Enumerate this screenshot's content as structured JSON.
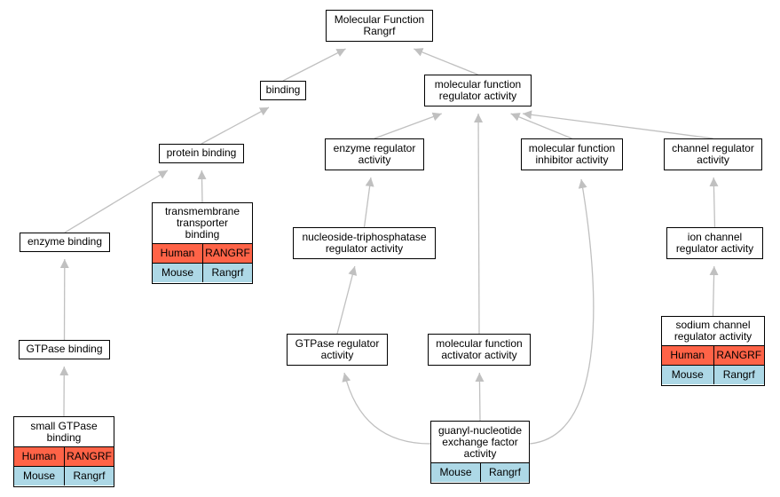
{
  "colors": {
    "edge": "#c0c0c0",
    "human": "#ff6347",
    "mouse": "#add8e6",
    "node_border": "#000000",
    "node_fill": "#ffffff"
  },
  "nodes": [
    {
      "id": "mf_rangrf",
      "label": "Molecular Function\nRangrf"
    },
    {
      "id": "binding",
      "label": "binding"
    },
    {
      "id": "mf_regulator",
      "label": "molecular function\nregulator activity"
    },
    {
      "id": "protein_binding",
      "label": "protein binding"
    },
    {
      "id": "enzyme_regulator",
      "label": "enzyme regulator\nactivity"
    },
    {
      "id": "mf_inhibitor",
      "label": "molecular function\ninhibitor activity"
    },
    {
      "id": "channel_regulator",
      "label": "channel regulator\nactivity"
    },
    {
      "id": "tm_transporter",
      "label": "transmembrane\ntransporter\nbinding",
      "species": [
        {
          "name": "Human",
          "gene": "RANGRF",
          "kind": "human"
        },
        {
          "name": "Mouse",
          "gene": "Rangrf",
          "kind": "mouse"
        }
      ]
    },
    {
      "id": "enzyme_binding",
      "label": "enzyme binding"
    },
    {
      "id": "ntpase_regulator",
      "label": "nucleoside-triphosphatase\nregulator activity"
    },
    {
      "id": "ion_channel",
      "label": "ion channel\nregulator activity"
    },
    {
      "id": "gtpase_binding",
      "label": "GTPase binding"
    },
    {
      "id": "gtpase_regulator",
      "label": "GTPase regulator\nactivity"
    },
    {
      "id": "mf_activator",
      "label": "molecular function\nactivator activity"
    },
    {
      "id": "sodium_channel",
      "label": "sodium channel\nregulator activity",
      "species": [
        {
          "name": "Human",
          "gene": "RANGRF",
          "kind": "human"
        },
        {
          "name": "Mouse",
          "gene": "Rangrf",
          "kind": "mouse"
        }
      ]
    },
    {
      "id": "small_gtpase",
      "label": "small GTPase\nbinding",
      "species": [
        {
          "name": "Human",
          "gene": "RANGRF",
          "kind": "human"
        },
        {
          "name": "Mouse",
          "gene": "Rangrf",
          "kind": "mouse"
        }
      ]
    },
    {
      "id": "gef",
      "label": "guanyl-nucleotide\nexchange factor\nactivity",
      "species": [
        {
          "name": "Mouse",
          "gene": "Rangrf",
          "kind": "mouse"
        }
      ]
    }
  ],
  "edges": [
    {
      "from": "binding",
      "to": "mf_rangrf"
    },
    {
      "from": "mf_regulator",
      "to": "mf_rangrf"
    },
    {
      "from": "protein_binding",
      "to": "binding"
    },
    {
      "from": "enzyme_regulator",
      "to": "mf_regulator"
    },
    {
      "from": "mf_inhibitor",
      "to": "mf_regulator"
    },
    {
      "from": "channel_regulator",
      "to": "mf_regulator"
    },
    {
      "from": "mf_activator",
      "to": "mf_regulator"
    },
    {
      "from": "tm_transporter",
      "to": "protein_binding"
    },
    {
      "from": "enzyme_binding",
      "to": "protein_binding"
    },
    {
      "from": "ntpase_regulator",
      "to": "enzyme_regulator"
    },
    {
      "from": "ion_channel",
      "to": "channel_regulator"
    },
    {
      "from": "gtpase_binding",
      "to": "enzyme_binding"
    },
    {
      "from": "gtpase_regulator",
      "to": "ntpase_regulator"
    },
    {
      "from": "sodium_channel",
      "to": "ion_channel"
    },
    {
      "from": "small_gtpase",
      "to": "gtpase_binding"
    },
    {
      "from": "gef",
      "to": "gtpase_regulator"
    },
    {
      "from": "gef",
      "to": "mf_activator"
    },
    {
      "from": "gef",
      "to": "mf_inhibitor"
    }
  ]
}
